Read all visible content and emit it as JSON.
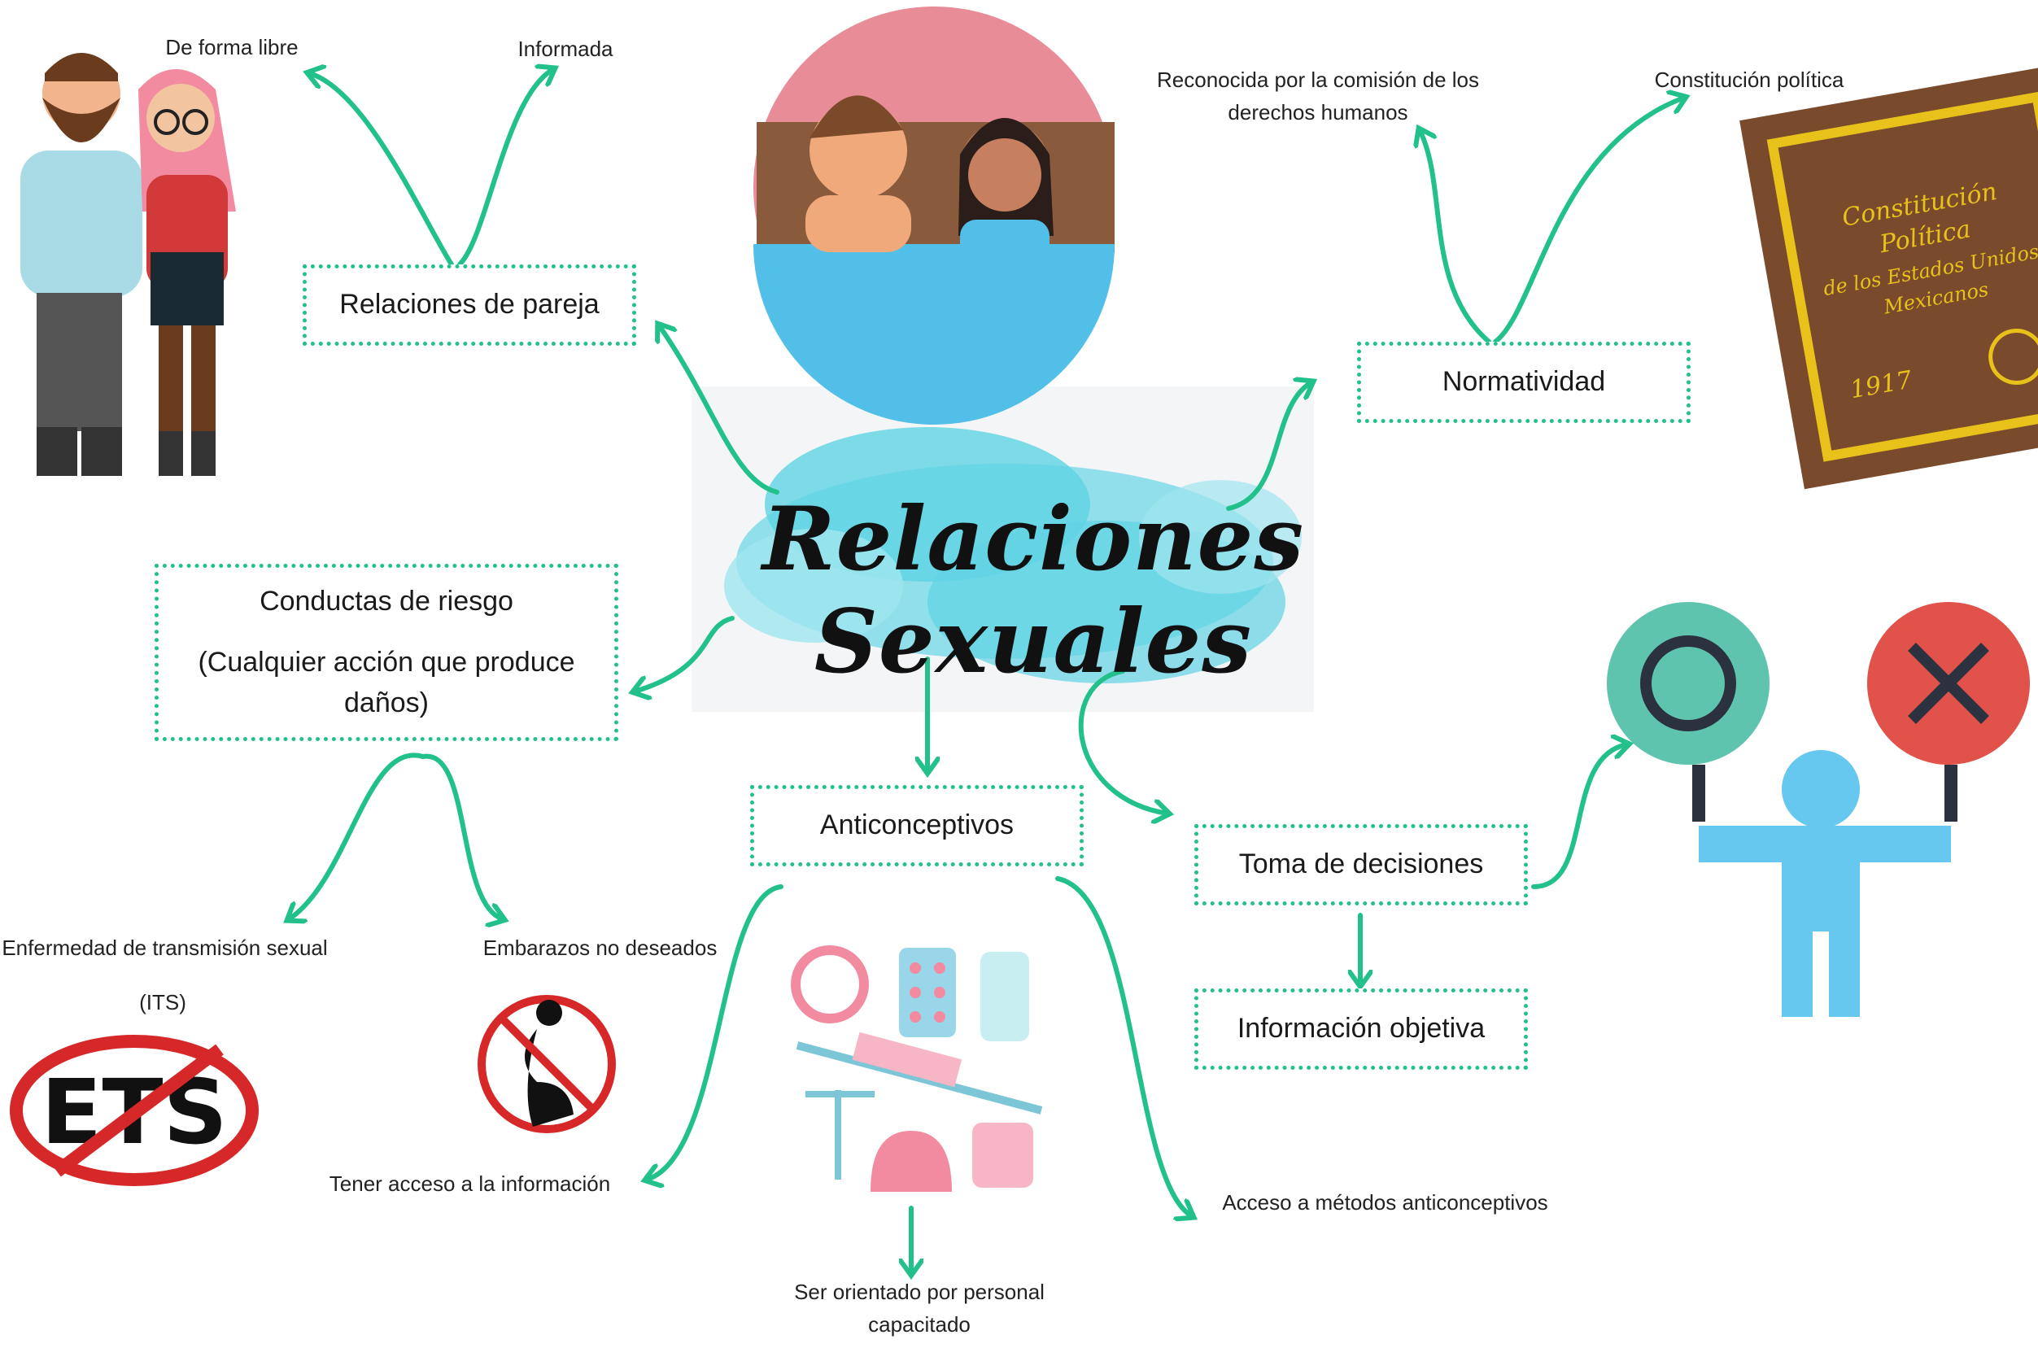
{
  "title": "Relaciones Sexuales",
  "nodes": {
    "pareja": "Relaciones de pareja",
    "normatividad": "Normatividad",
    "conductas_title": "Conductas de riesgo",
    "conductas_desc": "(Cualquier acción que produce daños)",
    "anticonceptivos": "Anticonceptivos",
    "decisiones": "Toma de decisiones",
    "informacion": "Información objetiva"
  },
  "labels": {
    "libre": "De forma libre",
    "informada": "Informada",
    "reconocida": "Reconocida por la comisión de los derechos humanos",
    "constitucion": "Constitución política",
    "ets": "Enfermedad de transmisión sexual",
    "its": "(ITS)",
    "embarazos": "Embarazos no deseados",
    "acceso_info": "Tener acceso a la información",
    "acceso_metodos": "Acceso a métodos anticonceptivos",
    "orientado": "Ser orientado por personal capacitado"
  },
  "images": {
    "ets_sign": "ETS",
    "book_text": "Constitución Política de los Estados Unidos Mexicanos",
    "book_year": "1917"
  },
  "colors": {
    "accent": "#22c08a",
    "splash": "#5fd3e4",
    "ok": "#5ec4ae",
    "no": "#e0524a"
  }
}
